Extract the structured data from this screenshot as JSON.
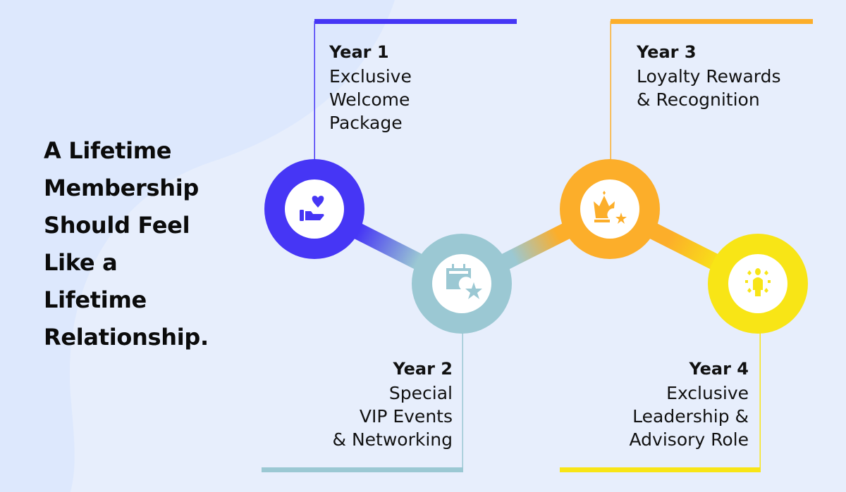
{
  "headline": [
    "A Lifetime",
    "Membership",
    "Should Feel",
    "Like a",
    "Lifetime",
    "Relationship."
  ],
  "milestones": [
    {
      "year": "Year 1",
      "lines": [
        "Exclusive",
        "Welcome",
        "Package"
      ],
      "icon": "hand-heart-icon",
      "color": "#4636f5"
    },
    {
      "year": "Year 2",
      "lines": [
        "Special",
        "VIP Events",
        "& Networking"
      ],
      "icon": "calendar-star-icon",
      "color": "#9bc8d3"
    },
    {
      "year": "Year 3",
      "lines": [
        "Loyalty Rewards",
        "& Recognition"
      ],
      "icon": "crown-star-icon",
      "color": "#fcae2a"
    },
    {
      "year": "Year 4",
      "lines": [
        "Exclusive",
        "Leadership &",
        "Advisory Role"
      ],
      "icon": "leader-person-icon",
      "color": "#f8e516"
    }
  ]
}
